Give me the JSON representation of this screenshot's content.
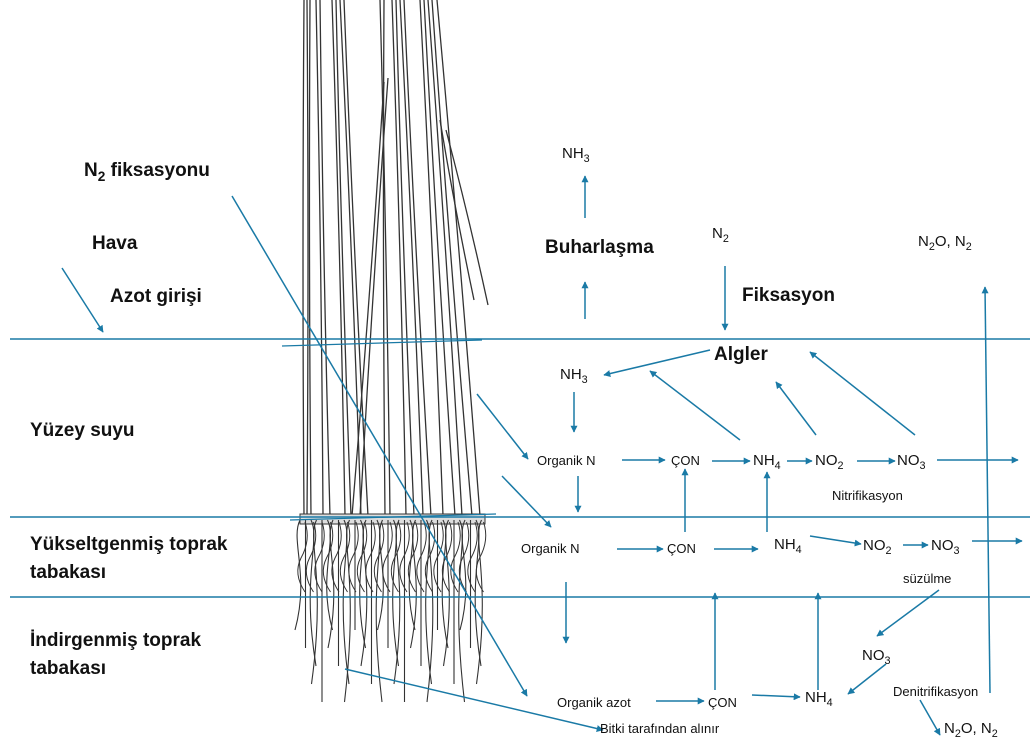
{
  "colors": {
    "arrow": "#1a7aa6",
    "text": "#111111",
    "plant": "#333333",
    "background": "#ffffff"
  },
  "zones": {
    "air": "Hava",
    "surface_water": "Yüzey suyu",
    "oxidized_soil": "Yükseltgenmiş toprak",
    "oxidized_soil_line2": "tabakası",
    "reduced_soil": "İndirgenmiş toprak",
    "reduced_soil_line2": "tabakası"
  },
  "labels": {
    "n2_fixation_main": "N",
    "n2_fixation_sub": "2",
    "n2_fixation_rest": " fiksasyonu",
    "nitrogen_input": "Azot girişi",
    "volatilization": "Buharlaşma",
    "fixation": "Fiksasyon",
    "algae": "Algler",
    "nitrification": "Nitrifikasyon",
    "leaching": "süzülme",
    "denitrification": "Denitrifikasyon",
    "plant_uptake": "Bitki tarafından alınır"
  },
  "species": {
    "nh3_top": {
      "main": "NH",
      "sub": "3"
    },
    "n2_top": {
      "main": "N",
      "sub": "2"
    },
    "n2o_n2_top": {
      "a": "N",
      "a_sub": "2",
      "b": "O, N",
      "b_sub": "2"
    },
    "nh3_water": {
      "main": "NH",
      "sub": "3"
    },
    "organic_n_water": "Organik N",
    "con_water": "ÇON",
    "nh4_water": {
      "main": "NH",
      "sub": "4"
    },
    "no2_water": {
      "main": "NO",
      "sub": "2"
    },
    "no3_water": {
      "main": "NO",
      "sub": "3"
    },
    "organic_n_ox": "Organik N",
    "con_ox": "ÇON",
    "nh4_ox": {
      "main": "NH",
      "sub": "4"
    },
    "no2_ox": {
      "main": "NO",
      "sub": "2"
    },
    "no3_ox": {
      "main": "NO",
      "sub": "3"
    },
    "no3_red": {
      "main": "NO",
      "sub": "3"
    },
    "organic_azot_red": "Organik azot",
    "con_red": "ÇON",
    "nh4_red": {
      "main": "NH",
      "sub": "4"
    },
    "n2o_n2_bottom": {
      "a": "N",
      "a_sub": "2",
      "b": "O, N",
      "b_sub": "2"
    }
  }
}
